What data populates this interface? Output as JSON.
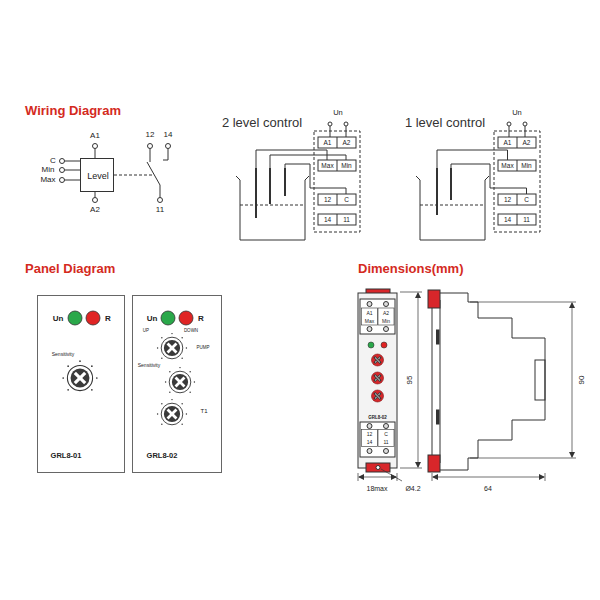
{
  "diagram": {
    "nodes": [
      {
        "text": [
          "Level"
        ]
      },
      {
        "text": [
          "Un",
          "R",
          "Sensitivity",
          "GRL8-01"
        ]
      },
      {
        "text": [
          "Un",
          "R",
          "UP",
          "DOWN",
          "PUMP",
          "Sensitivity",
          "T1",
          "GRL8-02"
        ]
      }
    ],
    "labels": [
      "Wiring Diagram",
      "A1",
      "C",
      "Min",
      "Max",
      "A2",
      "12",
      "14",
      "11",
      "2 level control",
      "Un",
      "A1",
      "A2",
      "Max",
      "Min",
      "12",
      "C",
      "14",
      "11",
      "1 level control",
      "Un",
      "A1",
      "A2",
      "Max",
      "Min",
      "12",
      "C",
      "14",
      "11",
      "Panel Diagram",
      "Dimensions(mm)",
      "A1",
      "A2",
      "Max",
      "Min",
      "GRL8-02",
      "12",
      "C",
      "14",
      "11",
      "95",
      "90",
      "18max",
      "Ø4.2",
      "64"
    ]
  }
}
